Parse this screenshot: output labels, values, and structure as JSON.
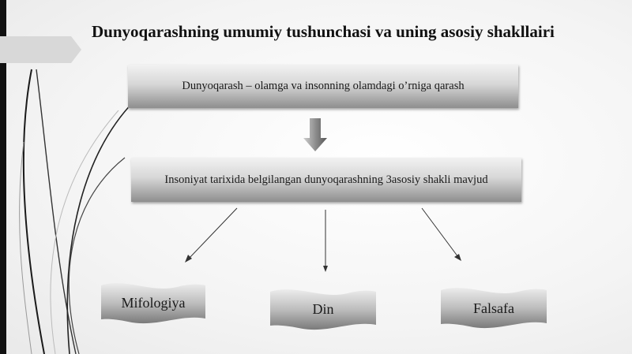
{
  "slide": {
    "title": "Dunyoqarashning umumiy tushunchasi va uning asosiy shakllairi"
  },
  "boxes": {
    "definition": "Dunyoqarash – olamga va insonning olamdagi o’rniga qarash",
    "statement": "Insoniyat tarixida belgilangan dunyoqarashning 3asosiy  shakli mavjud"
  },
  "forms": [
    {
      "label": "Mifologiya"
    },
    {
      "label": "Din"
    },
    {
      "label": "Falsafa"
    }
  ]
}
